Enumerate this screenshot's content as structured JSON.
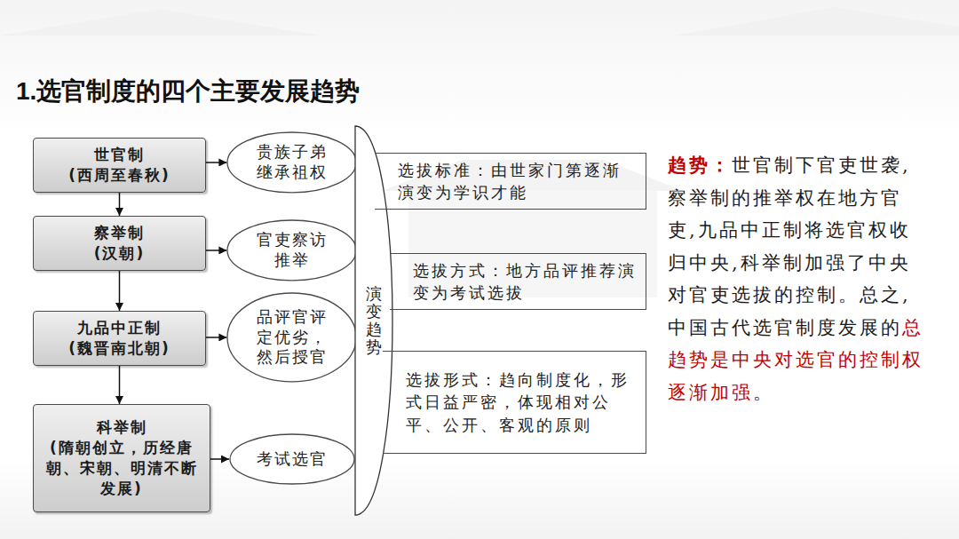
{
  "diagram": {
    "title": "1.选官制度的四个主要发展趋势",
    "nodes": [
      {
        "text": [
          "世官制",
          "(西周至春秋)"
        ]
      },
      {
        "text": [
          "贵族子弟继承祖权"
        ]
      },
      {
        "text": [
          "察举制",
          "(汉朝)"
        ]
      },
      {
        "text": [
          "官吏察访推举"
        ]
      },
      {
        "text": [
          "九品中正制",
          "(魏晋南北朝)"
        ]
      },
      {
        "text": [
          "品评官评定优劣，然后授官"
        ]
      },
      {
        "text": [
          "科举制",
          "(隋朝创立，历经唐朝、宋朝、明清不断发展)"
        ]
      },
      {
        "text": [
          "考试选官"
        ]
      },
      {
        "text": [
          "演变趋势"
        ]
      },
      {
        "text": [
          "选拔标准：由世家门第逐渐演变为学识才能"
        ]
      },
      {
        "text": [
          "选拔方式：地方品评推荐演变为考试选拔"
        ]
      },
      {
        "text": [
          "选拔形式：趋向制度化，形式日益严密，体现相对公平、公开、客观的原则"
        ]
      }
    ],
    "edges": [
      {
        "from": 0,
        "to": 1,
        "arrow": "to"
      },
      {
        "from": 0,
        "to": 2,
        "arrow": "to"
      },
      {
        "from": 2,
        "to": 3,
        "arrow": "to"
      },
      {
        "from": 2,
        "to": 4,
        "arrow": "to"
      },
      {
        "from": 4,
        "to": 5,
        "arrow": "to"
      },
      {
        "from": 4,
        "to": 6,
        "arrow": "to"
      },
      {
        "from": 6,
        "to": 7,
        "arrow": "to"
      }
    ],
    "labels": [
      "趋势：",
      "世官制下官吏世袭,察举制的推举权在地方官吏,九品中正制将选官权收归中央,科举制加强了中央对官吏选拔的控制。总之,中国古代选官制度发展的",
      "总趋势是中央对选官的控制权逐渐加强",
      "。"
    ]
  }
}
